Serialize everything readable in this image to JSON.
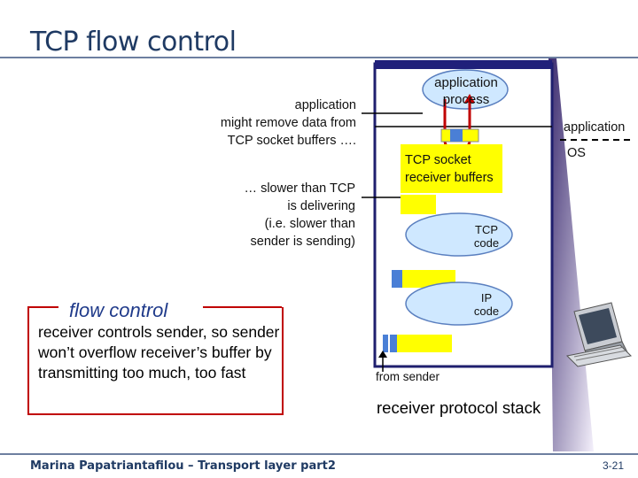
{
  "slide": {
    "title": "TCP flow control",
    "footer_left": "Marina Papatriantafilou –  Transport layer part2",
    "page_number": "3-21"
  },
  "notes": {
    "remove": [
      "application",
      "might remove data from",
      "TCP socket buffers …."
    ],
    "slower": [
      "… slower than TCP",
      "is delivering",
      "(i.e. slower than",
      "sender is sending)"
    ]
  },
  "flow_control": {
    "title": "flow control",
    "body": "receiver controls sender, so sender won’t overflow receiver’s buffer by transmitting too much, too fast"
  },
  "stack": {
    "app_process": [
      "application",
      "process"
    ],
    "socket_buffers": [
      "TCP socket",
      "receiver buffers"
    ],
    "tcp_code": [
      "TCP",
      "code"
    ],
    "ip_code": [
      "IP",
      "code"
    ],
    "from_sender": "from sender",
    "caption": "receiver protocol stack",
    "application_label": "application",
    "os_label": "OS"
  },
  "colors": {
    "title": "#1f3a63",
    "stack_frame": "#1f1f6e",
    "buffer_yellow": "#ffff00",
    "bubble_fill": "#cfe8ff",
    "arrow_red": "#c00000",
    "segment_blue": "#4a7fd6"
  }
}
